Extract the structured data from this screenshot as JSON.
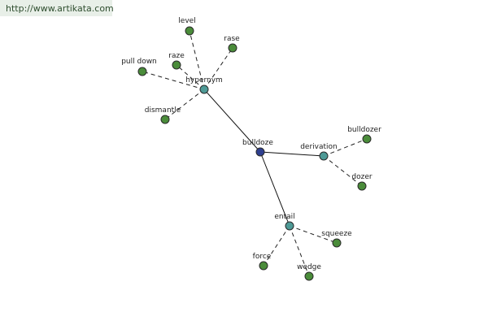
{
  "watermark": {
    "text": "http://www.artikata.com"
  },
  "colors": {
    "root": "#2e3f8f",
    "relation": "#4e9a96",
    "leaf": "#4a8c3a",
    "node_stroke": "#2a2a2a",
    "edge": "#111111",
    "dashed_edge": "#222222"
  },
  "graph": {
    "nodes": [
      {
        "id": "bulldoze",
        "label": "bulldoze",
        "kind": "root"
      },
      {
        "id": "hypernym",
        "label": "hypernym",
        "kind": "relation"
      },
      {
        "id": "derivation",
        "label": "derivation",
        "kind": "relation"
      },
      {
        "id": "entail",
        "label": "entail",
        "kind": "relation"
      },
      {
        "id": "level",
        "label": "level",
        "kind": "leaf"
      },
      {
        "id": "rase",
        "label": "rase",
        "kind": "leaf"
      },
      {
        "id": "raze",
        "label": "raze",
        "kind": "leaf"
      },
      {
        "id": "pull_down",
        "label": "pull down",
        "kind": "leaf"
      },
      {
        "id": "dismantle",
        "label": "dismantle",
        "kind": "leaf"
      },
      {
        "id": "bulldozer",
        "label": "bulldozer",
        "kind": "leaf"
      },
      {
        "id": "dozer",
        "label": "dozer",
        "kind": "leaf"
      },
      {
        "id": "squeeze",
        "label": "squeeze",
        "kind": "leaf"
      },
      {
        "id": "force",
        "label": "force",
        "kind": "leaf"
      },
      {
        "id": "wedge",
        "label": "wedge",
        "kind": "leaf"
      }
    ],
    "edges": [
      {
        "from": "bulldoze",
        "to": "hypernym",
        "style": "solid"
      },
      {
        "from": "bulldoze",
        "to": "derivation",
        "style": "solid"
      },
      {
        "from": "bulldoze",
        "to": "entail",
        "style": "solid"
      },
      {
        "from": "hypernym",
        "to": "level",
        "style": "dashed"
      },
      {
        "from": "hypernym",
        "to": "rase",
        "style": "dashed"
      },
      {
        "from": "hypernym",
        "to": "raze",
        "style": "dashed"
      },
      {
        "from": "hypernym",
        "to": "pull_down",
        "style": "dashed"
      },
      {
        "from": "hypernym",
        "to": "dismantle",
        "style": "dashed"
      },
      {
        "from": "derivation",
        "to": "bulldozer",
        "style": "dashed"
      },
      {
        "from": "derivation",
        "to": "dozer",
        "style": "dashed"
      },
      {
        "from": "entail",
        "to": "squeeze",
        "style": "dashed"
      },
      {
        "from": "entail",
        "to": "force",
        "style": "dashed"
      },
      {
        "from": "entail",
        "to": "wedge",
        "style": "dashed"
      }
    ]
  }
}
